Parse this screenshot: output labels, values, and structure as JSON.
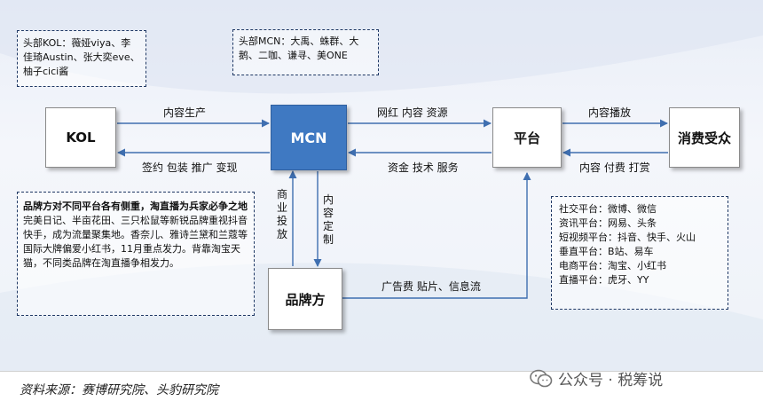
{
  "nodes": {
    "kol": "KOL",
    "mcn": "MCN",
    "platform": "平台",
    "consumer": "消费受众",
    "brand": "品牌方"
  },
  "notes": {
    "kol_top": "头部KOL：薇娅viya、李佳琦Austin、张大奕eve、柚子cici酱",
    "mcn_top": "头部MCN：大禹、蛛群、大鹅、二咖、谦寻、美ONE",
    "brand": {
      "heading": "品牌方对不同平台各有侧重，淘直播为兵家必争之地",
      "body": "完美日记、半亩花田、三只松鼠等新锐品牌重视抖音快手，成为流量聚集地。香奈儿、雅诗兰黛和兰蔻等国际大牌偏爱小红书，11月重点发力。背靠淘宝天猫，不同类品牌在淘直播争相发力。"
    },
    "platforms": [
      "社交平台：微博、微信",
      "资讯平台：网易、头条",
      "短视频平台：抖音、快手、火山",
      "垂直平台：B站、易车",
      "电商平台：淘宝、小红书",
      "直播平台：虎牙、YY"
    ]
  },
  "edges": {
    "kol_to_mcn": "内容生产",
    "mcn_to_kol": "签约 包装 推广 变现",
    "mcn_to_platform": "网红 内容 资源",
    "platform_to_mcn": "资金 技术 服务",
    "platform_to_consumer": "内容播放",
    "consumer_to_platform": "内容 付费 打赏",
    "brand_to_mcn": "商业投放",
    "mcn_to_brand": "内容定制",
    "brand_to_platform": "广告费 贴片、信息流"
  },
  "footer": {
    "source": "资料来源：赛博研究院、头豹研究院",
    "watermark": "公众号 · 税筹说"
  }
}
